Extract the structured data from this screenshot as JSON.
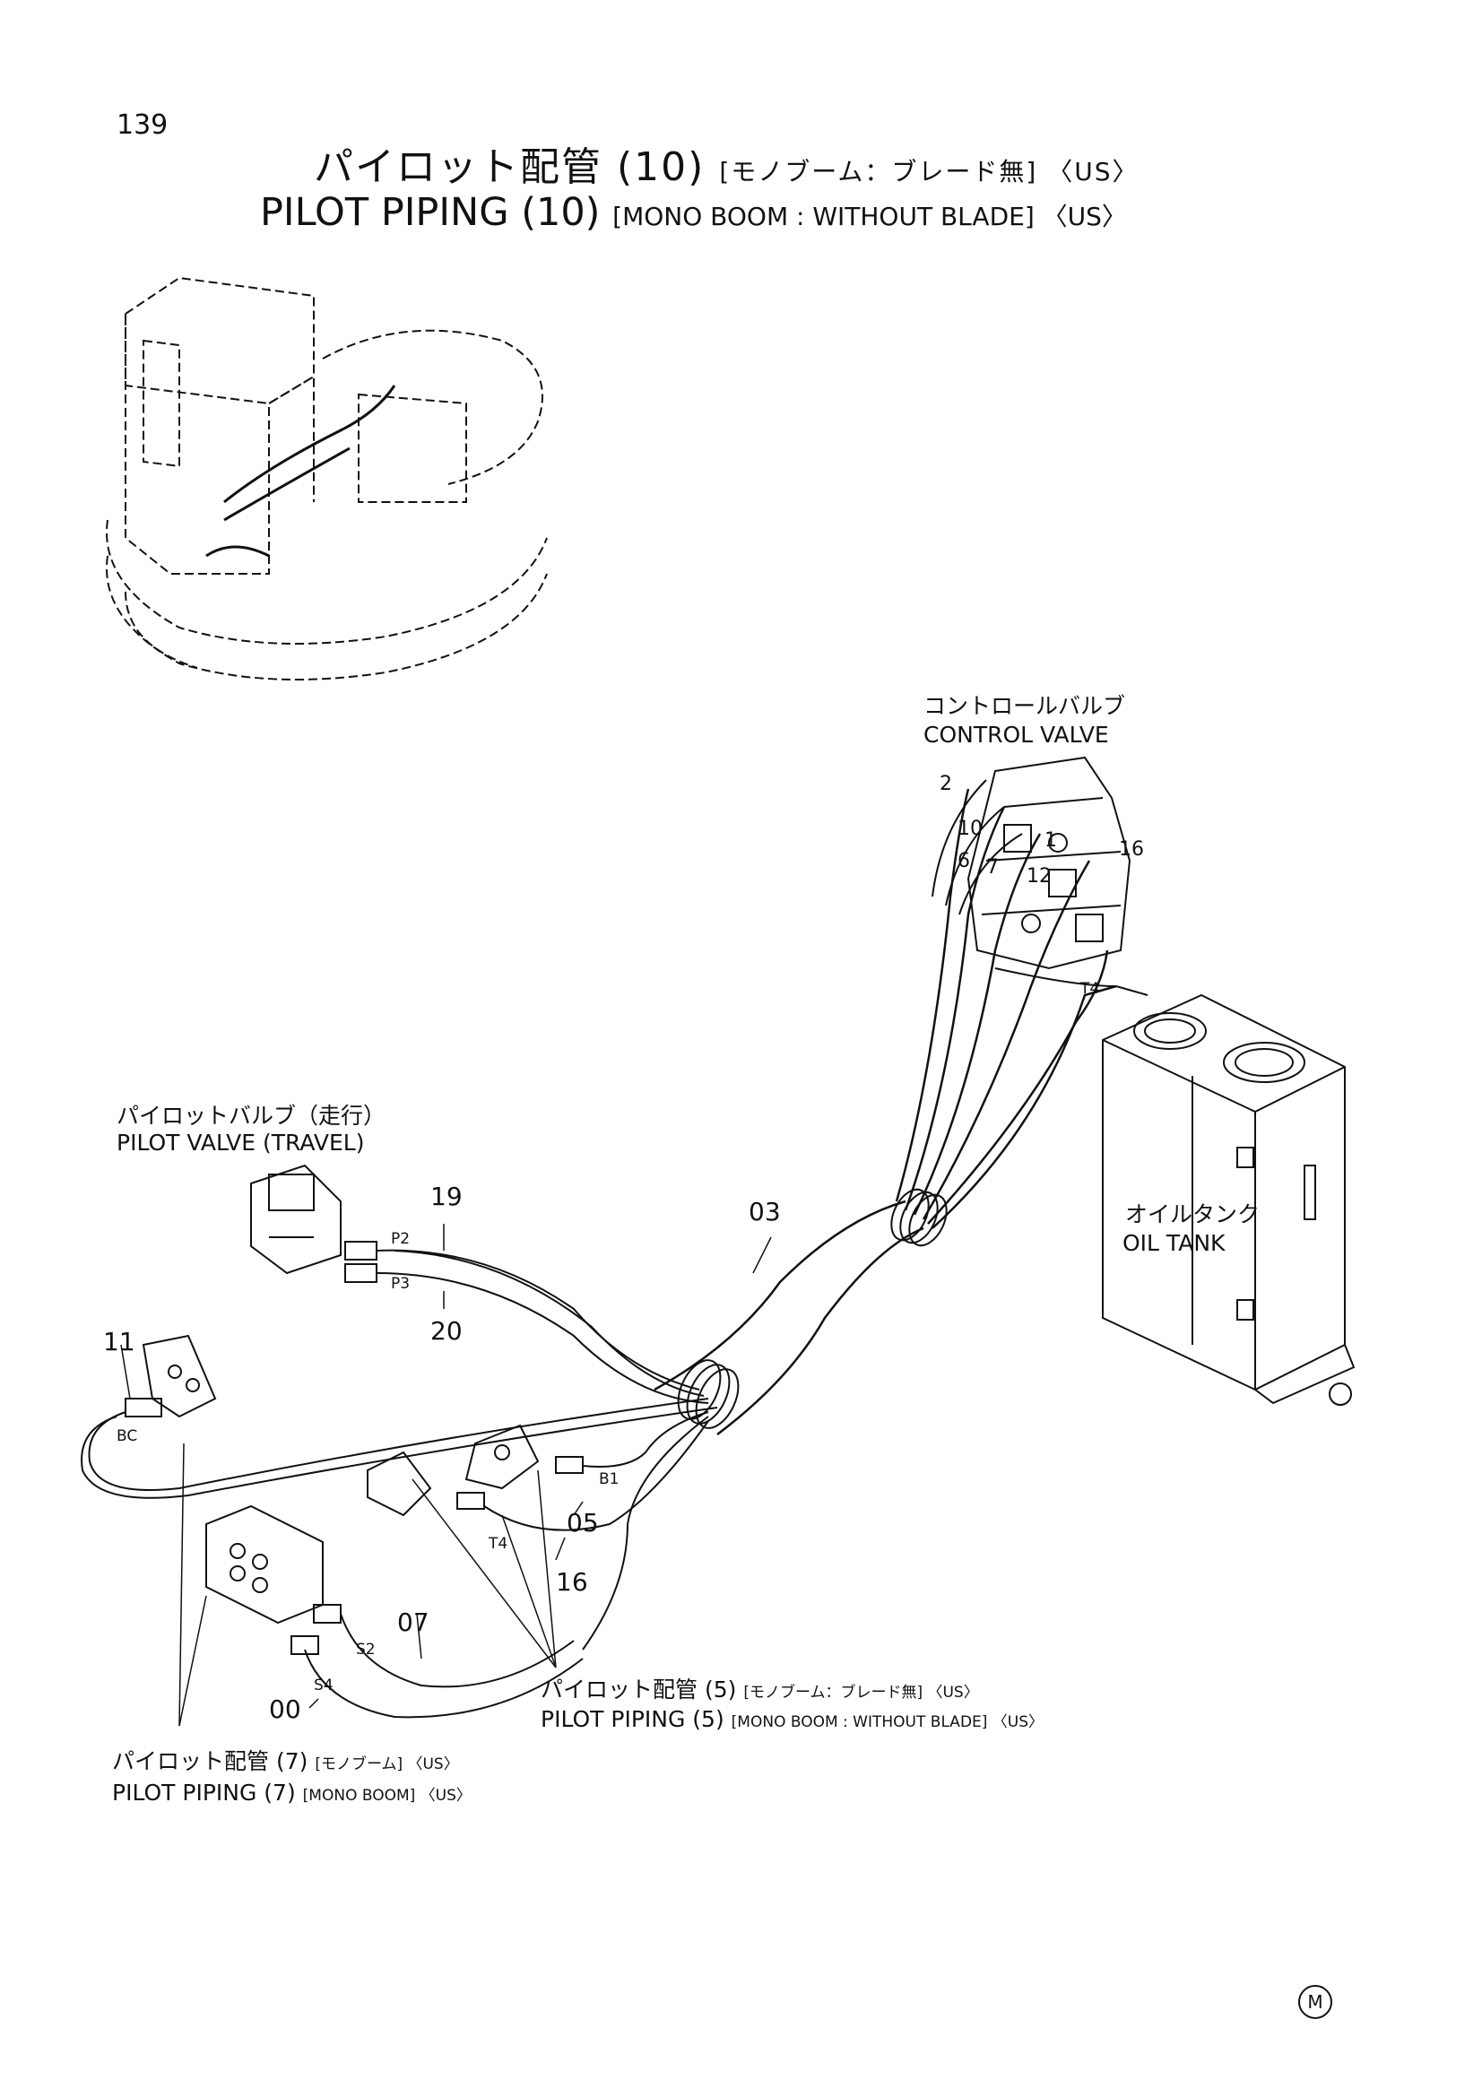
{
  "page_number": "139",
  "title_jp": "パイロット配管 (10)",
  "title_jp_suffix": "[モノブーム：ブレード無] 〈US〉",
  "title_en": "PILOT PIPING (10)",
  "title_en_suffix": "[MONO BOOM : WITHOUT BLADE] 〈US〉",
  "components": {
    "control_valve": {
      "jp": "コントロールバルブ",
      "en": "CONTROL VALVE"
    },
    "pilot_valve_travel": {
      "jp": "パイロットバルブ（走行）",
      "en": "PILOT VALVE (TRAVEL)"
    },
    "oil_tank": {
      "jp": "オイルタンク",
      "en": "OIL TANK"
    }
  },
  "references": {
    "pilot_piping_5": {
      "jp": "パイロット配管 (5)",
      "jp_suffix": "[モノブーム：ブレード無] 〈US〉",
      "en": "PILOT PIPING (5)",
      "en_suffix": "[MONO BOOM : WITHOUT BLADE] 〈US〉"
    },
    "pilot_piping_7": {
      "jp": "パイロット配管 (7)",
      "jp_suffix": "[モノブーム] 〈US〉",
      "en": "PILOT PIPING (7)",
      "en_suffix": "[MONO BOOM] 〈US〉"
    }
  },
  "part_numbers": {
    "p03": "03",
    "p19": "19",
    "p20": "20",
    "p11": "11",
    "p05": "05",
    "p16": "16",
    "p07": "07",
    "p00": "00"
  },
  "cv_ports": {
    "c2": "2",
    "c10": "10",
    "c6": "6",
    "c7": "7",
    "c12": "12",
    "c16": "16",
    "c1": "1"
  },
  "port_labels": {
    "p2": "P2",
    "p3": "P3",
    "bc": "BC",
    "b1": "B1",
    "t4a": "T4",
    "t4b": "T4",
    "s2": "S2",
    "s4": "S4"
  },
  "mark": "M"
}
